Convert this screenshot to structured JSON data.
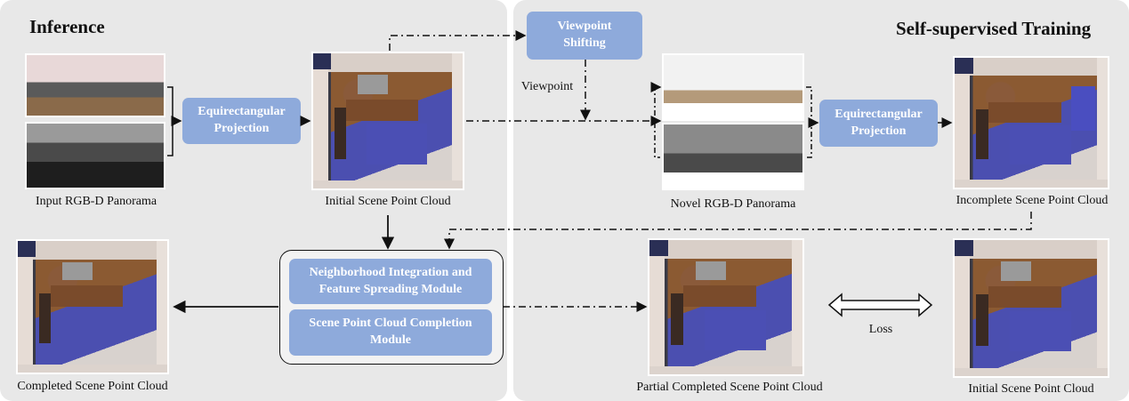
{
  "sections": {
    "inference_title": "Inference",
    "training_title": "Self-supervised Training"
  },
  "boxes": {
    "equirect_left": "Equirectangular\nProjection",
    "viewpoint_shifting": "Viewpoint\nShifting",
    "equirect_right": "Equirectangular\nProjection",
    "neighborhood": "Neighborhood Integration and\nFeature Spreading Module",
    "completion": "Scene Point Cloud Completion\nModule"
  },
  "captions": {
    "input_pano": "Input RGB-D Panorama",
    "initial_cloud": "Initial Scene Point Cloud",
    "novel_pano": "Novel RGB-D Panorama",
    "incomplete_cloud": "Incomplete Scene Point Cloud",
    "completed_cloud": "Completed Scene Point Cloud",
    "partial_completed_cloud": "Partial Completed Scene Point Cloud",
    "initial_cloud_gt": "Initial Scene Point Cloud"
  },
  "labels": {
    "viewpoint": "Viewpoint",
    "loss": "Loss"
  }
}
